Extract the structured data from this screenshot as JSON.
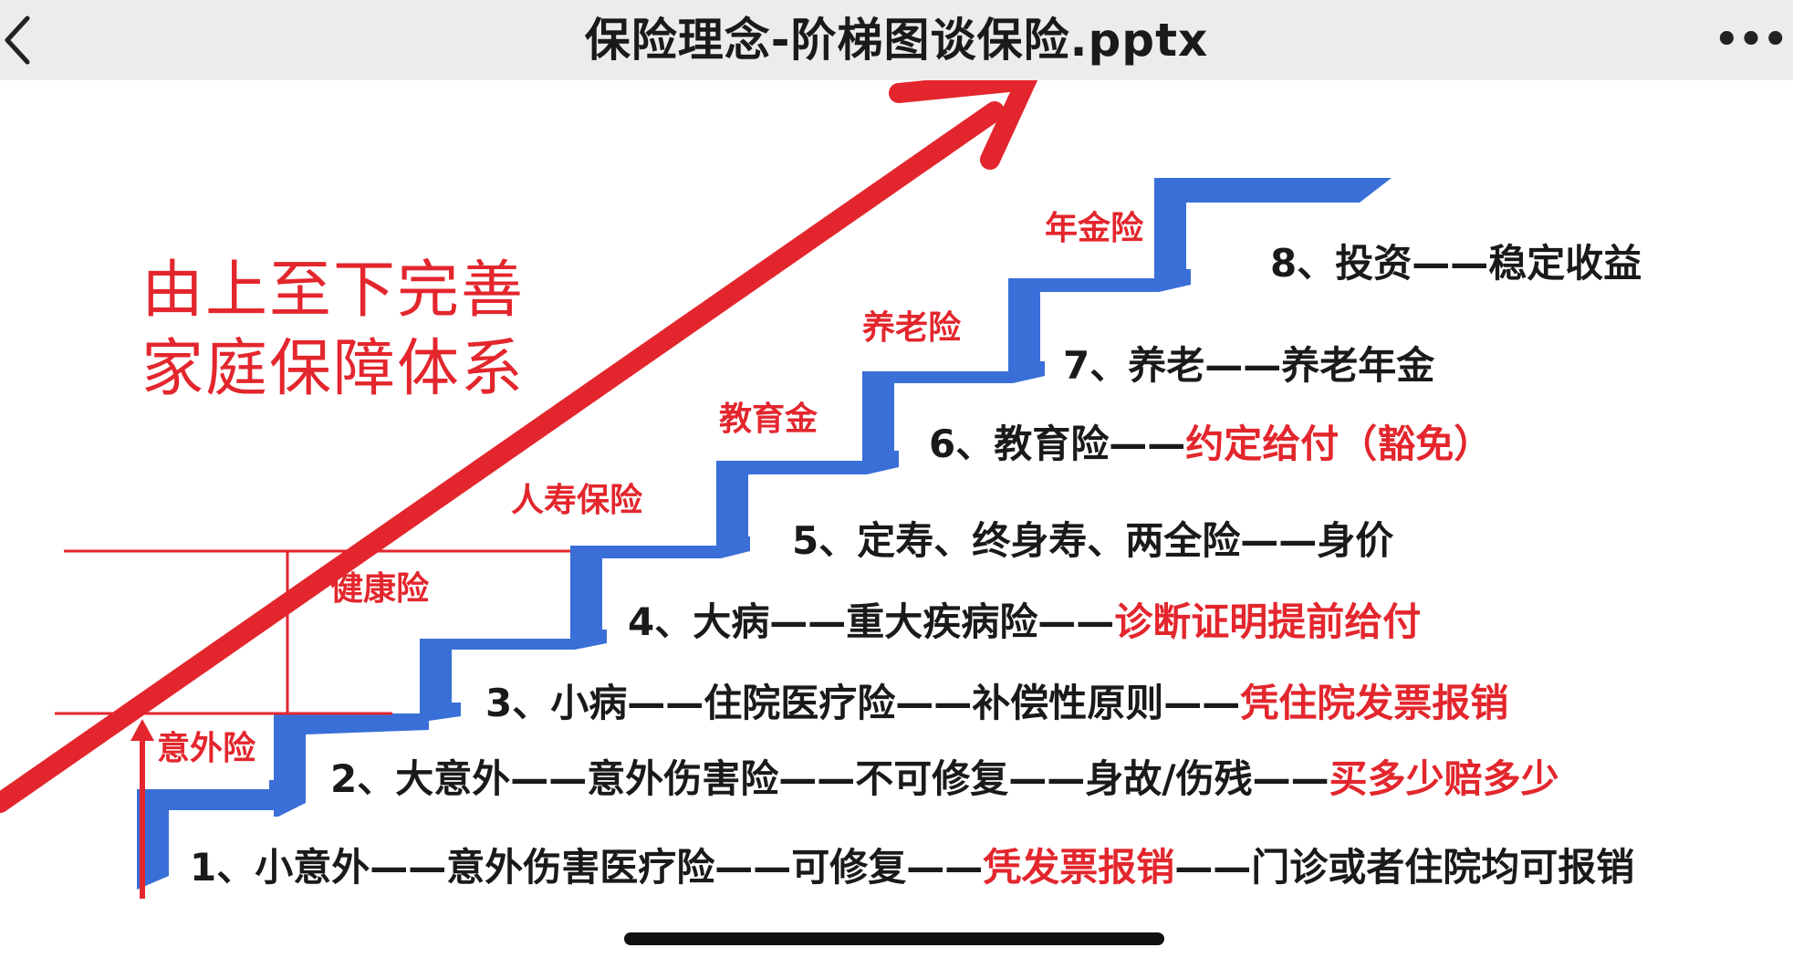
{
  "header": {
    "title": "保险理念-阶梯图谈保险.pptx",
    "back_icon": "chevron-left-icon",
    "more_icon": "more-horizontal-icon",
    "more_glyph": "•••"
  },
  "slide": {
    "headline": [
      "由上至下完善",
      "家庭保障体系"
    ],
    "step_labels": [
      "意外险",
      "健康险",
      "人寿保险",
      "教育金",
      "养老险",
      "年金险"
    ],
    "lines": {
      "l1": {
        "a": "1、小意外——意外伤害医疗险——可修复——",
        "b": "凭发票报销",
        "c": "——门诊或者住院均可报销"
      },
      "l2": {
        "a": "2、大意外——意外伤害险——不可修复——身故/伤残——",
        "b": "买多少赔多少"
      },
      "l3": {
        "a": "3、小病——住院医疗险——补偿性原则——",
        "b": "凭住院发票报销"
      },
      "l4": {
        "a": "4、大病——重大疾病险——",
        "b": "诊断证明提前给付"
      },
      "l5": {
        "a": "5、定寿、终身寿、两全险——身价"
      },
      "l6": {
        "a": "6、教育险——",
        "b": "约定给付（豁免）"
      },
      "l7": {
        "a": "7、养老——养老年金"
      },
      "l8": {
        "a": "8、投资——稳定收益"
      }
    },
    "colors": {
      "stair_blue": "#3a6fd8",
      "accent_red": "#e3262d"
    }
  }
}
